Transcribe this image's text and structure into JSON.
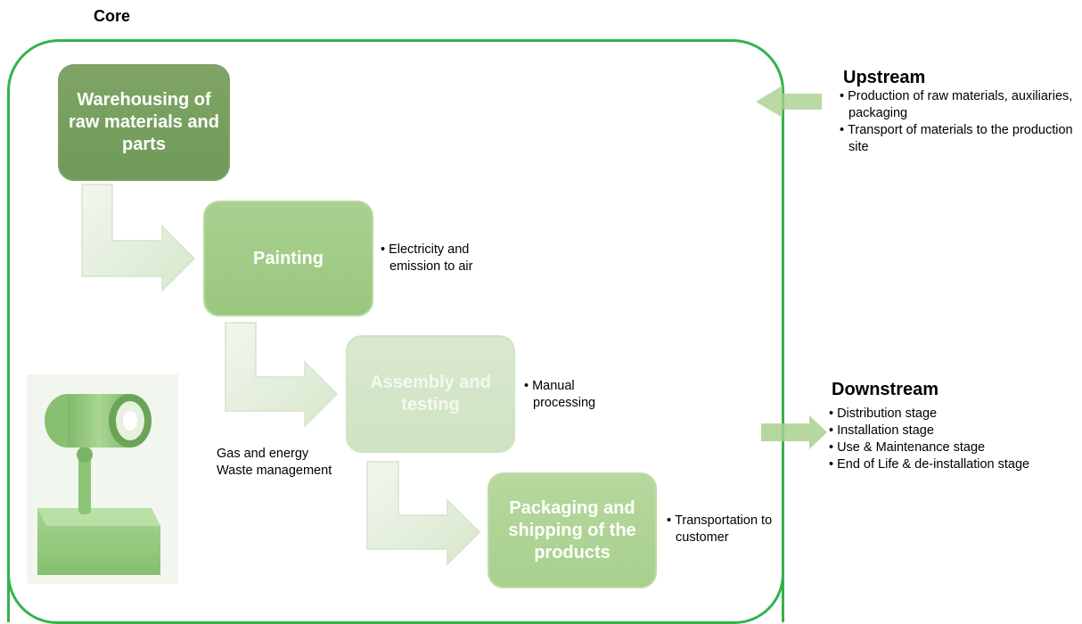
{
  "core": {
    "label": "Core"
  },
  "steps": {
    "warehousing": "Warehousing of raw materials and parts",
    "painting": "Painting",
    "assembly": "Assembly and testing",
    "packaging": "Packaging and shipping of the products"
  },
  "notes": {
    "painting": "Electricity and emission to air",
    "assembly": "Manual processing",
    "packaging": "Transportation to customer",
    "gas_line1": "Gas and energy",
    "gas_line2": "Waste management"
  },
  "upstream": {
    "title": "Upstream",
    "items": [
      "Production of raw materials, auxiliaries, packaging",
      "Transport of materials to the production site"
    ]
  },
  "downstream": {
    "title": "Downstream",
    "items": [
      "Distribution stage",
      "Installation stage",
      "Use & Maintenance stage",
      "End of Life & de-installation stage"
    ]
  },
  "colors": {
    "frame": "#33b34a",
    "arrow_fill": "#e4efdd",
    "stream_arrow": "#a9d08e"
  }
}
